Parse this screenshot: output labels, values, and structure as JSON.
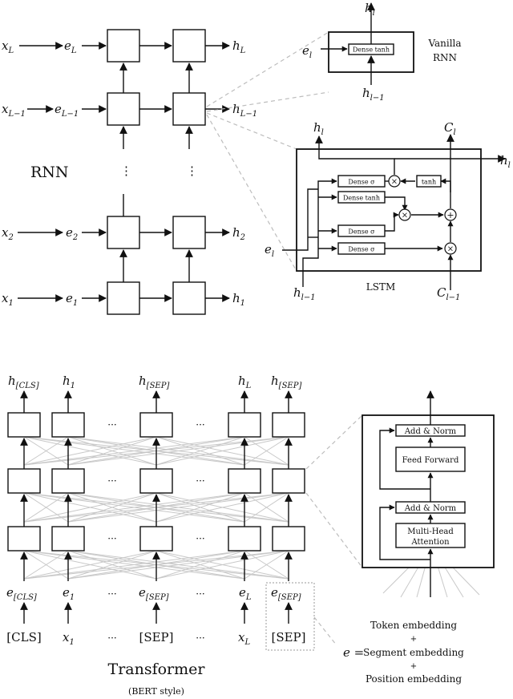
{
  "rnn": {
    "title": "RNN",
    "rows": [
      {
        "x": "x",
        "x_sub": "L",
        "e": "e",
        "e_sub": "L",
        "h": "h",
        "h_sub": "L"
      },
      {
        "x": "x",
        "x_sub": "L−1",
        "e": "e",
        "e_sub": "L−1",
        "h": "h",
        "h_sub": "L−1"
      },
      {
        "x": "x",
        "x_sub": "2",
        "e": "e",
        "e_sub": "2",
        "h": "h",
        "h_sub": "2"
      },
      {
        "x": "x",
        "x_sub": "1",
        "e": "e",
        "e_sub": "1",
        "h": "h",
        "h_sub": "1"
      }
    ],
    "vdots": "⋮"
  },
  "vanilla": {
    "title_line1": "Vanilla",
    "title_line2": "RNN",
    "dense": "Dense tanh",
    "in_e": "e",
    "in_e_sub": "l",
    "out_h": "h",
    "out_h_sub": "l",
    "prev_h": "h",
    "prev_h_sub": "l−1"
  },
  "lstm": {
    "title": "LSTM",
    "dense_sigma_1": "Dense σ",
    "dense_tanh": "Dense tanh",
    "dense_sigma_2": "Dense σ",
    "dense_sigma_3": "Dense σ",
    "tanh": "tanh",
    "times": "×",
    "plus": "+",
    "out_h": "h",
    "out_h_sub": "l",
    "out_c": "C",
    "out_c_sub": "l",
    "out_h_right": "h",
    "out_h_right_sub": "l",
    "in_e": "e",
    "in_e_sub": "l",
    "prev_h": "h",
    "prev_h_sub": "l−1",
    "prev_c": "C",
    "prev_c_sub": "l−1"
  },
  "transformer": {
    "title": "Transformer",
    "subtitle": "(BERT style)",
    "dots": "···",
    "outputs": [
      {
        "v": "h",
        "s": "[CLS]"
      },
      {
        "v": "h",
        "s": "1"
      },
      {
        "v": "h",
        "s": "[SEP]"
      },
      {
        "v": "h",
        "s": "L"
      },
      {
        "v": "h",
        "s": "[SEP]"
      }
    ],
    "embeddings": [
      {
        "v": "e",
        "s": "[CLS]"
      },
      {
        "v": "e",
        "s": "1"
      },
      {
        "v": "e",
        "s": "[SEP]"
      },
      {
        "v": "e",
        "s": "L"
      },
      {
        "v": "e",
        "s": "[SEP]"
      }
    ],
    "tokens": [
      {
        "t": "[CLS]",
        "italic": false
      },
      {
        "t": "x",
        "s": "1",
        "italic": true
      },
      {
        "t": "[SEP]",
        "italic": false
      },
      {
        "t": "x",
        "s": "L",
        "italic": true
      },
      {
        "t": "[SEP]",
        "italic": false
      }
    ]
  },
  "block": {
    "add_norm_top": "Add & Norm",
    "feed_forward": "Feed Forward",
    "add_norm_bottom": "Add & Norm",
    "mha_line1": "Multi-Head",
    "mha_line2": "Attention"
  },
  "embedding_eq": {
    "lhs": "e =",
    "token": "Token embedding",
    "plus1": "+",
    "segment": "Segment embedding",
    "plus2": "+",
    "position": "Position embedding"
  }
}
